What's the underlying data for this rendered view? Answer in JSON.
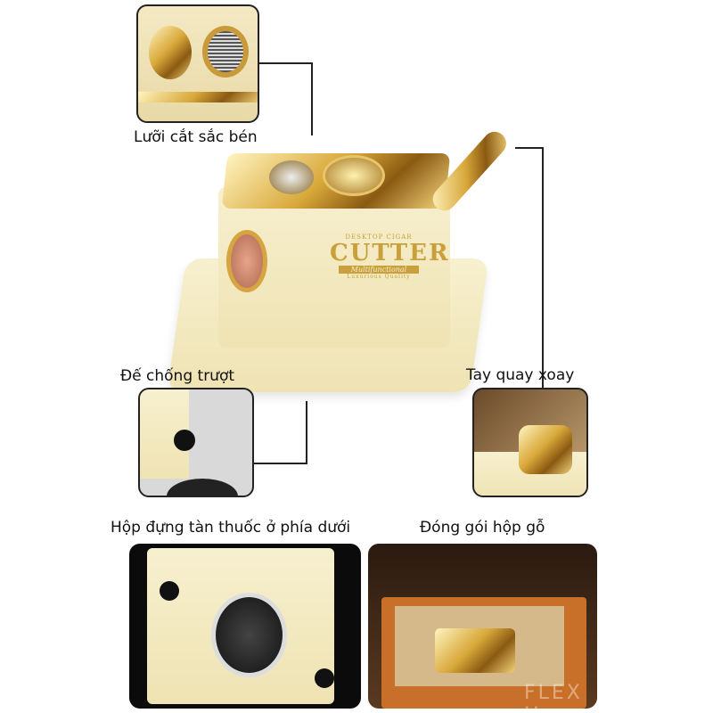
{
  "callouts": {
    "blade": "Lưỡi cắt sắc bén",
    "base": "Đế chống trượt",
    "crank": "Tay quay xoay",
    "ashtray": "Hộp đựng tàn thuốc ở phía dưới",
    "package": "Đóng gói hộp gỗ"
  },
  "product_logo": {
    "top": "DESKTOP CIGAR",
    "main": "CUTTER",
    "ribbon": "Multifunctional",
    "bottom": "Luxurious Quality"
  },
  "watermark": "FLEX H",
  "colors": {
    "cream": "#f3e9c0",
    "gold": "#d9a83a",
    "wood": "#c8702a",
    "outline": "#222222"
  }
}
